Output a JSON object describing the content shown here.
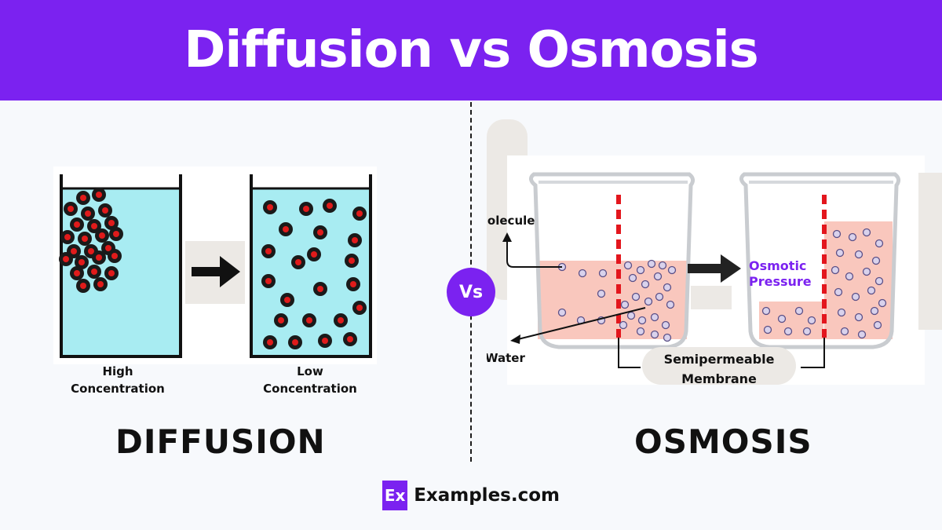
{
  "header": {
    "title": "Diffusion vs Osmosis"
  },
  "diffusion": {
    "title": "DIFFUSION",
    "beaker_left_label": [
      "High",
      "Concentration"
    ],
    "beaker_right_label": [
      "Low",
      "Concentration"
    ]
  },
  "vs_badge": "Vs",
  "osmosis": {
    "title": "OSMOSIS",
    "molecule_label": "Molecule",
    "water_label": "Water",
    "osmotic_label": [
      "Osmotic",
      "Pressure"
    ],
    "membrane_label": [
      "Semipermeable",
      "Membrane"
    ]
  },
  "footer": {
    "logo_mark": "Ex",
    "logo_text": "Examples.com"
  },
  "colors": {
    "accent": "#7b22f0",
    "water": "#a8ecf2",
    "particle": "#1a1a1a",
    "particle_core": "#e01b1b",
    "solution": "#f9c7bd",
    "membrane": "#e3161d"
  }
}
